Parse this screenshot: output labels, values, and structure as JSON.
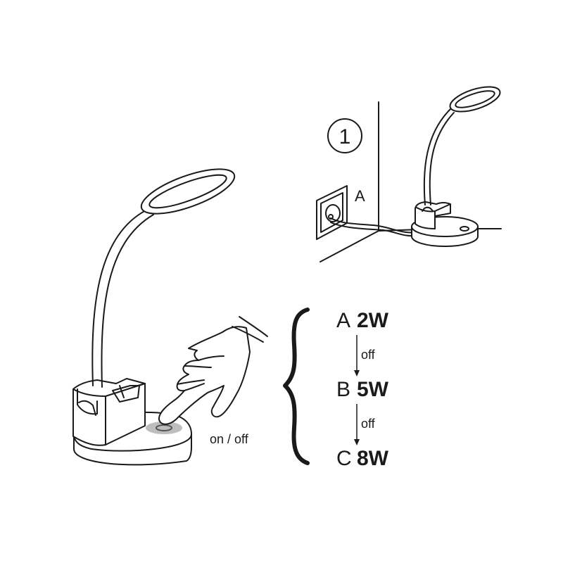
{
  "step": {
    "number": "1"
  },
  "socket_label": "A",
  "button_label": "on / off",
  "modes": [
    {
      "letter": "A",
      "watt": "2W"
    },
    {
      "letter": "B",
      "watt": "5W"
    },
    {
      "letter": "C",
      "watt": "8W"
    }
  ],
  "transitions": [
    "off",
    "off"
  ],
  "colors": {
    "line": "#1a1a1a",
    "glow": "#bdbdbd"
  }
}
